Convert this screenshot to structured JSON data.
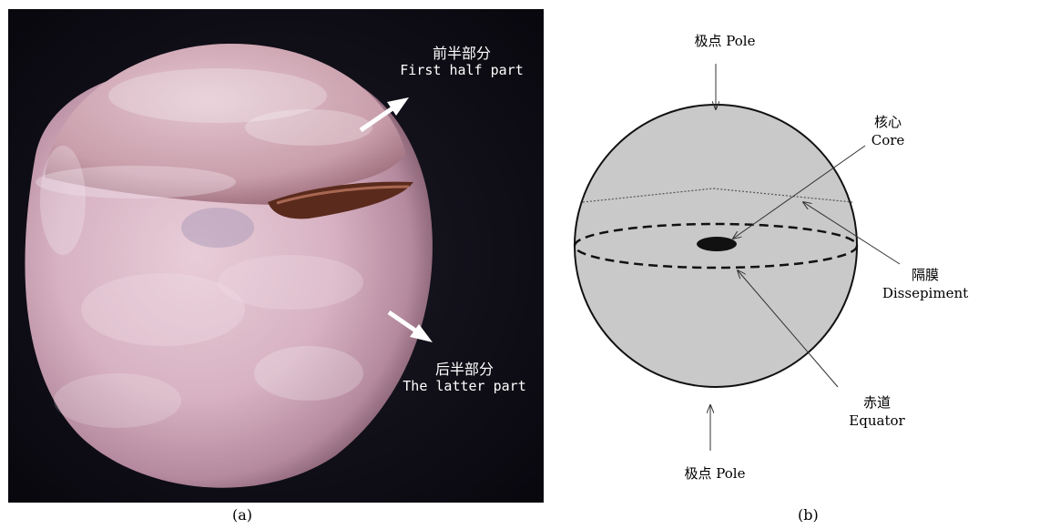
{
  "panel_a": {
    "caption": "(a)",
    "label_first_zh": "前半部分",
    "label_first_en": "First half part",
    "label_latter_zh": "后半部分",
    "label_latter_en": "The latter part"
  },
  "panel_b": {
    "caption": "(b)",
    "pole_top": "极点 Pole",
    "pole_bottom": "极点 Pole",
    "core_zh": "核心",
    "core_en": "Core",
    "dissepiment_zh": "隔膜",
    "dissepiment_en": "Dissepiment",
    "equator_zh": "赤道",
    "equator_en": "Equator"
  },
  "colors": {
    "photo_background": "#0d0c14",
    "sphere_fill": "#c9c9c9",
    "ball_pink": "#d7b4c2"
  }
}
